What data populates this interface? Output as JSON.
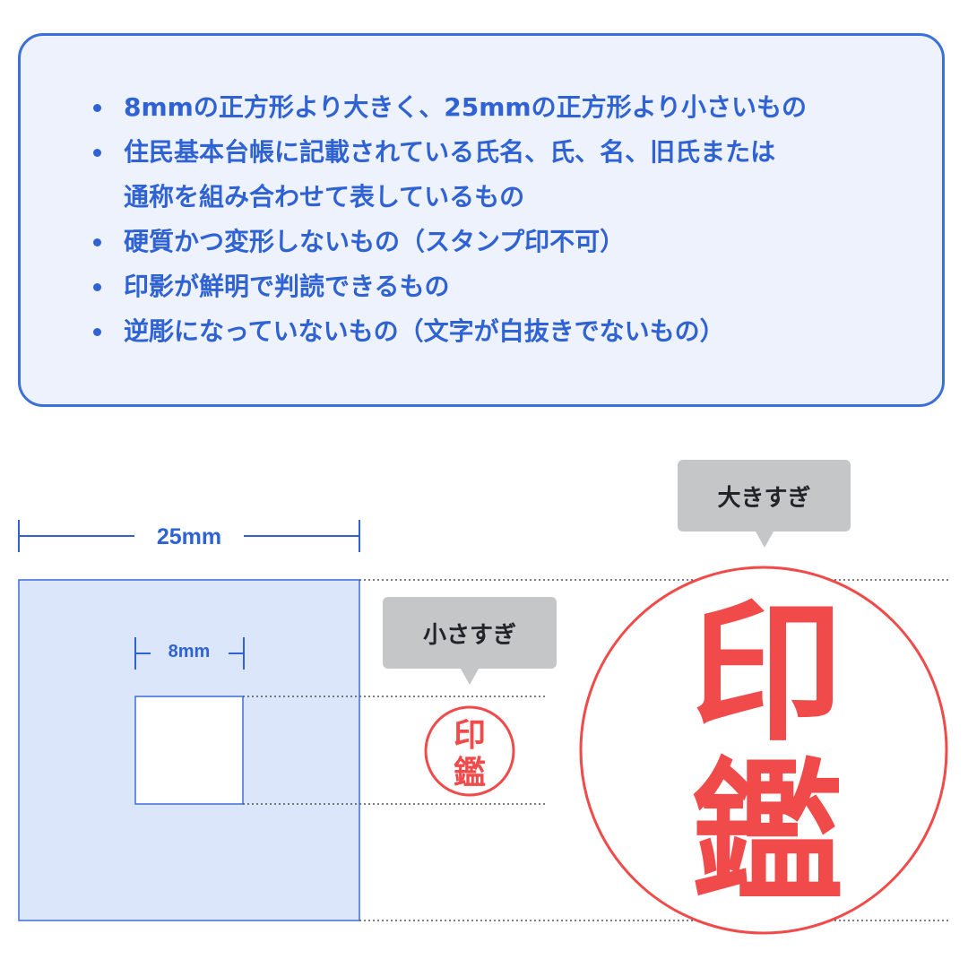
{
  "rules": [
    {
      "lines": [
        "8mmの正方形より大きく、25mmの正方形より小さいもの"
      ]
    },
    {
      "lines": [
        "住民基本台帳に記載されている氏名、氏、名、旧氏または",
        "通称を組み合わせて表しているもの"
      ]
    },
    {
      "lines": [
        "硬質かつ変形しないもの（スタンプ印不可）"
      ]
    },
    {
      "lines": [
        "印影が鮮明で判読できるもの"
      ]
    },
    {
      "lines": [
        "逆彫になっていないもの（文字が白抜きでないもの）"
      ]
    }
  ],
  "dimensions": {
    "large_square_label": "25mm",
    "small_square_label": "8mm"
  },
  "callouts": {
    "too_small": "小さすぎ",
    "too_large": "大きすぎ"
  },
  "stamps": {
    "small_text": [
      "印",
      "鑑"
    ],
    "large_text": [
      "印",
      "鑑"
    ]
  },
  "colors": {
    "accent_blue": "#2f62d3",
    "box_fill": "#eef2fc",
    "square_fill": "#dce6fb",
    "stamp_red": "#f04a4a",
    "callout_gray": "#c5c6c8"
  }
}
